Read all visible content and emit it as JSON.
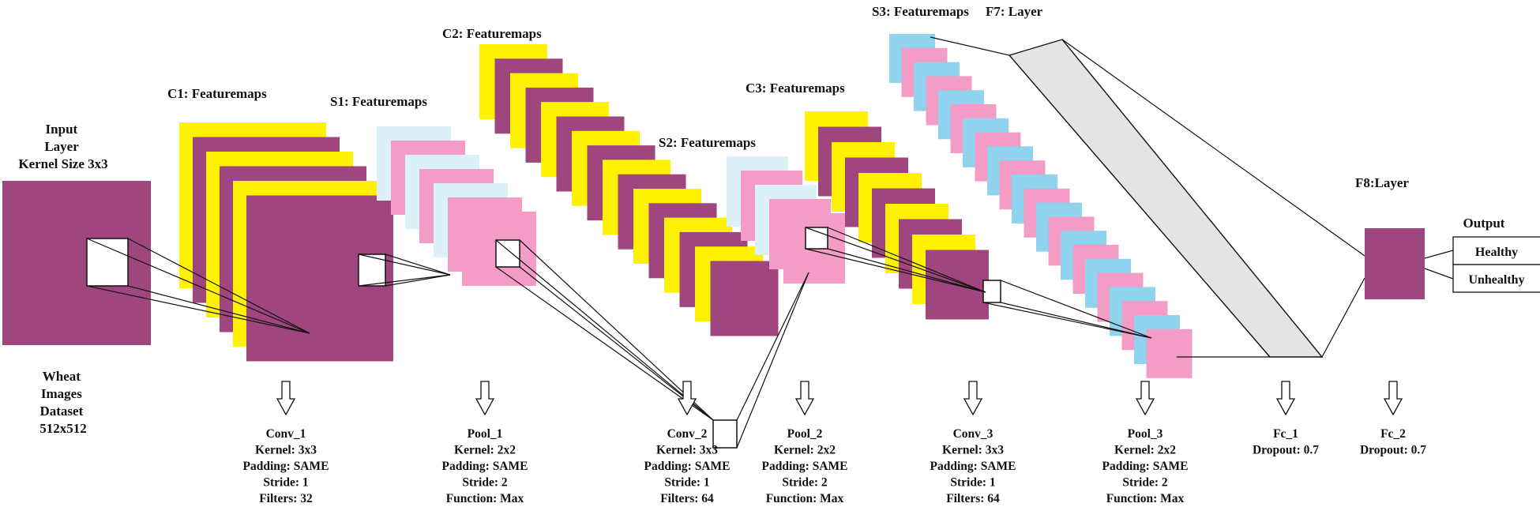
{
  "colors": {
    "purple": "#A0467F",
    "yellow": "#FFF200",
    "pink": "#F29CC6",
    "light_blue": "#DCF0F8",
    "sky_blue": "#8FD3EF",
    "fc_gray": "#E4E4E4",
    "ink": "#111111"
  },
  "icons": {
    "flow_arrow": "down-arrow-icon"
  },
  "stages": {
    "input": {
      "title": [
        "Input",
        "Layer",
        "Kernel Size 3x3"
      ],
      "caption": [
        "Wheat",
        "Images",
        "Dataset",
        "512x512"
      ]
    },
    "c1": {
      "title": "C1: Featuremaps"
    },
    "s1": {
      "title": "S1: Featuremaps"
    },
    "c2": {
      "title": "C2: Featuremaps"
    },
    "s2": {
      "title": "S2: Featuremaps"
    },
    "c3": {
      "title": "C3: Featuremaps"
    },
    "s3": {
      "title": "S3: Featuremaps"
    },
    "f7": {
      "title": "F7: Layer"
    },
    "f8": {
      "title": "F8:Layer"
    },
    "output": {
      "title": "Output",
      "classes": [
        "Healthy",
        "Unhealthy"
      ]
    }
  },
  "operations": [
    {
      "id": "conv1",
      "lines": [
        "Conv_1",
        "Kernel: 3x3",
        "Padding: SAME",
        "Stride: 1",
        "Filters: 32"
      ]
    },
    {
      "id": "pool1",
      "lines": [
        "Pool_1",
        "Kernel: 2x2",
        "Padding: SAME",
        "Stride: 2",
        "Function: Max"
      ]
    },
    {
      "id": "conv2",
      "lines": [
        "Conv_2",
        "Kernel: 3x3",
        "Padding: SAME",
        "Stride: 1",
        "Filters: 64"
      ]
    },
    {
      "id": "pool2",
      "lines": [
        "Pool_2",
        "Kernel: 2x2",
        "Padding: SAME",
        "Stride: 2",
        "Function: Max"
      ]
    },
    {
      "id": "conv3",
      "lines": [
        "Conv_3",
        "Kernel: 3x3",
        "Padding: SAME",
        "Stride: 1",
        "Filters: 64"
      ]
    },
    {
      "id": "pool3",
      "lines": [
        "Pool_3",
        "Kernel: 2x2",
        "Padding: SAME",
        "Stride: 2",
        "Function: Max"
      ]
    },
    {
      "id": "fc1",
      "lines": [
        "Fc_1",
        "Dropout: 0.7"
      ]
    },
    {
      "id": "fc2",
      "lines": [
        "Fc_2",
        "Dropout: 0.7"
      ]
    }
  ]
}
